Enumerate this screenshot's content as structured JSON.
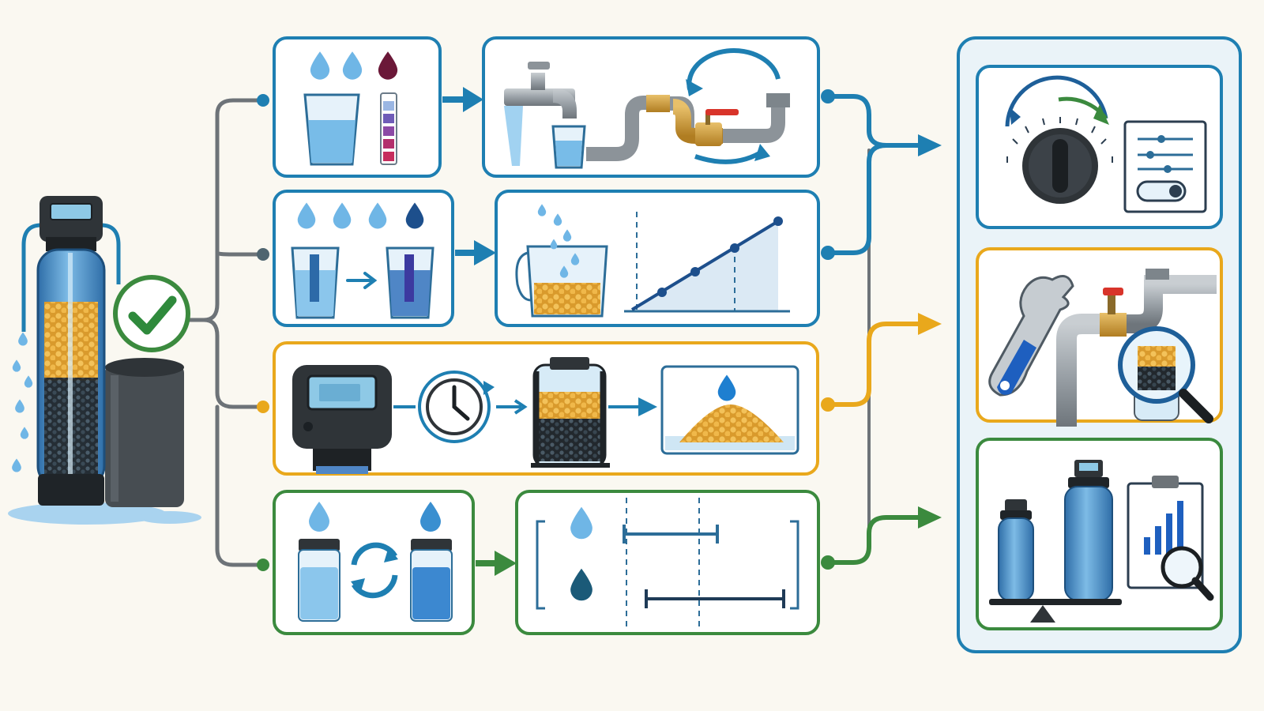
{
  "diagram": {
    "kind": "water-softener-troubleshooting-flow",
    "has_text_labels": false
  },
  "colors": {
    "background": "#faf8f1",
    "blue_flow": "#1e7fb2",
    "orange_flow": "#e9a81c",
    "green_flow": "#3b8a3e",
    "gray_line": "#6d7378",
    "panel_fill": "#eaf3f8",
    "water": "#6fb6e6",
    "resin_gold": "#f0b84a",
    "resin_dark": "#2d3338"
  },
  "source": {
    "icon": "water-softener-tank-icon",
    "status_icon": "check-icon"
  },
  "rows": [
    {
      "id": "test-hardness",
      "color": "blue",
      "icons": [
        "water-drops-icon",
        "test-glass-icon",
        "test-strip-icon",
        "faucet-icon",
        "bypass-valve-icon"
      ]
    },
    {
      "id": "adjust-hardness",
      "color": "blue",
      "icons": [
        "water-drops-icon",
        "glass-before-icon",
        "glass-after-icon",
        "pitcher-resin-icon",
        "rising-line-chart-icon"
      ]
    },
    {
      "id": "regeneration",
      "color": "orange",
      "icons": [
        "control-head-icon",
        "clock-icon",
        "resin-tank-icon",
        "salt-bed-icon"
      ]
    },
    {
      "id": "compare-samples",
      "color": "green",
      "icons": [
        "sample-jar-icon",
        "swap-icon",
        "sample-jar-icon",
        "range-bars-icon"
      ]
    }
  ],
  "actions": [
    {
      "id": "settings",
      "color": "blue",
      "icons": [
        "dial-icon",
        "settings-sliders-icon"
      ]
    },
    {
      "id": "service",
      "color": "orange",
      "icons": [
        "wrench-icon",
        "valve-pipe-icon",
        "magnifier-icon"
      ]
    },
    {
      "id": "sizing",
      "color": "green",
      "icons": [
        "small-tank-icon",
        "large-tank-icon",
        "report-chart-icon"
      ]
    }
  ]
}
